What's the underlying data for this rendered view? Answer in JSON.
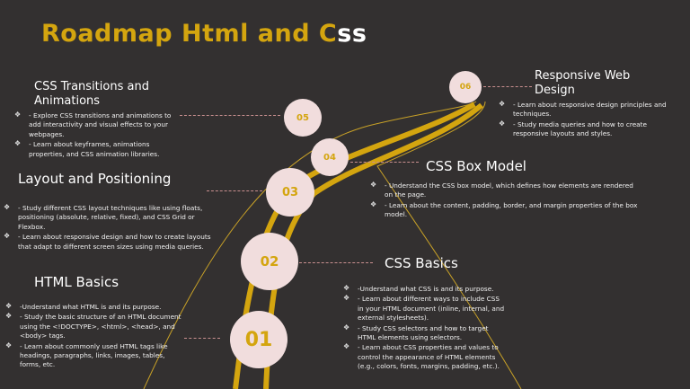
{
  "title": {
    "part_gold": "Roadmap Html and C",
    "part_white": "ss"
  },
  "colors": {
    "background": "#333030",
    "accent": "#d4a50f",
    "circle": "#f1dddd",
    "dash": "#c98f8f"
  },
  "bullet_icon": "diamond-bullet-icon",
  "steps": [
    {
      "number": "01",
      "title": "HTML Basics",
      "bullets": [
        "-Understand what HTML is and its purpose.",
        "- Study the basic structure of an HTML document using the <!DOCTYPE>, <html>, <head>, and <body> tags.",
        "- Learn about commonly used HTML tags like headings, paragraphs, links, images, tables, forms, etc."
      ]
    },
    {
      "number": "02",
      "title": "CSS Basics",
      "bullets": [
        "-Understand what CSS is and its purpose.",
        "- Learn about different ways to include CSS in your HTML document (inline, internal, and external stylesheets).",
        "- Study CSS selectors and how to target HTML elements using selectors.",
        "- Learn about CSS properties and values to control the appearance of HTML elements (e.g., colors, fonts, margins, padding, etc.)."
      ]
    },
    {
      "number": "03",
      "title": "Layout and Positioning",
      "bullets": [
        "- Study different CSS layout techniques like using floats, positioning (absolute, relative, fixed), and CSS Grid or Flexbox.",
        "- Learn about responsive design and how to create layouts that adapt to different screen sizes using media queries."
      ]
    },
    {
      "number": "04",
      "title": "CSS Box Model",
      "bullets": [
        "- Understand the CSS box model, which defines how elements are rendered on the page.",
        "- Learn about the content, padding, border, and margin properties of the box model."
      ]
    },
    {
      "number": "05",
      "title": "CSS Transitions and Animations",
      "bullets": [
        "- Explore CSS transitions and animations to add interactivity and visual effects to your webpages.",
        "- Learn about keyframes, animations properties, and CSS animation libraries."
      ]
    },
    {
      "number": "06",
      "title": "Responsive Web Design",
      "bullets": [
        "- Learn about responsive design principles and techniques.",
        "- Study media queries and how to create responsive layouts and styles."
      ]
    }
  ]
}
